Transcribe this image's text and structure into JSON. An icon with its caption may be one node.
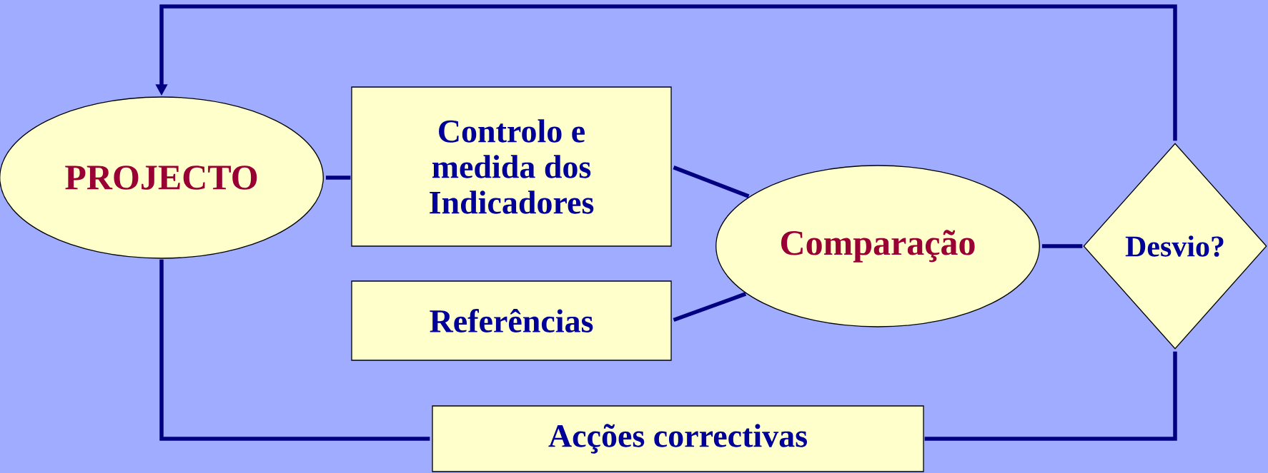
{
  "diagram": {
    "nodes": [
      {
        "text": [
          "PROJECTO"
        ]
      },
      {
        "text": [
          "Controlo e medida dos Indicadores"
        ]
      },
      {
        "text": [
          "Referências"
        ]
      },
      {
        "text": [
          "Comparação"
        ]
      },
      {
        "text": [
          "Desvio?"
        ]
      },
      {
        "text": [
          "Acções correctivas"
        ]
      }
    ],
    "edges": [
      {
        "from": 0,
        "to": 1,
        "arrow": "none"
      },
      {
        "from": 1,
        "to": 3,
        "arrow": "none"
      },
      {
        "from": 2,
        "to": 3,
        "arrow": "none"
      },
      {
        "from": 3,
        "to": 4,
        "arrow": "none"
      },
      {
        "from": 4,
        "to": 0,
        "arrow": "to"
      },
      {
        "from": 4,
        "to": 5,
        "arrow": "none"
      },
      {
        "from": 5,
        "to": 0,
        "arrow": "none"
      }
    ]
  }
}
